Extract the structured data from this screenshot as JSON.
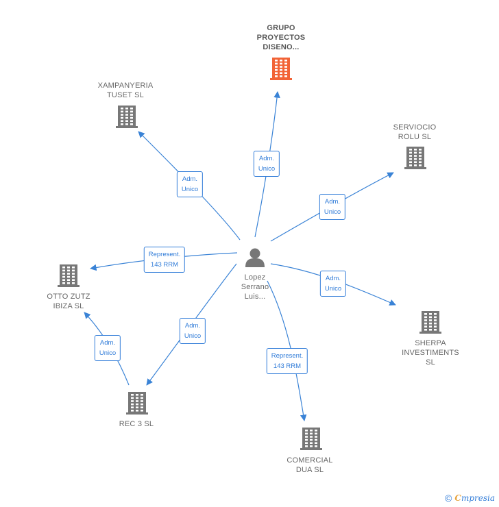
{
  "colors": {
    "edge": "#3a83d6",
    "company": "#777777",
    "company_highlight": "#f26336",
    "person": "#777777"
  },
  "center": {
    "name": "Lopez\nSerrano\nLuis...",
    "icon": "person-icon"
  },
  "nodes": [
    {
      "id": "grupo",
      "name": "GRUPO\nPROYECTOS\nDISENO...",
      "highlight": true,
      "icon": "building-icon"
    },
    {
      "id": "xampanyeria",
      "name": "XAMPANYERIA\nTUSET  SL",
      "highlight": false,
      "icon": "building-icon"
    },
    {
      "id": "serviocio",
      "name": "SERVIOCIO\nROLU  SL",
      "highlight": false,
      "icon": "building-icon"
    },
    {
      "id": "otto",
      "name": "OTTO ZUTZ\nIBIZA  SL",
      "highlight": false,
      "icon": "building-icon"
    },
    {
      "id": "sherpa",
      "name": "SHERPA\nINVESTIMENTS SL",
      "highlight": false,
      "icon": "building-icon"
    },
    {
      "id": "rec3",
      "name": "REC 3  SL",
      "highlight": false,
      "icon": "building-icon"
    },
    {
      "id": "comercial",
      "name": "COMERCIAL\nDUA  SL",
      "highlight": false,
      "icon": "building-icon"
    }
  ],
  "edges": [
    {
      "id": "e-grupo",
      "label": "Adm.\nUnico"
    },
    {
      "id": "e-xampanyeria",
      "label": "Adm.\nUnico"
    },
    {
      "id": "e-serviocio",
      "label": "Adm.\nUnico"
    },
    {
      "id": "e-otto",
      "label": "Represent.\n143 RRM"
    },
    {
      "id": "e-sherpa",
      "label": "Adm.\nUnico"
    },
    {
      "id": "e-rec3",
      "label": "Adm.\nUnico"
    },
    {
      "id": "e-comercial",
      "label": "Represent.\n143 RRM"
    },
    {
      "id": "e-rec3-otto",
      "label": "Adm.\nUnico"
    }
  ],
  "footer": {
    "copyright": "©",
    "brand_first": "C",
    "brand_rest": "mpresia"
  }
}
